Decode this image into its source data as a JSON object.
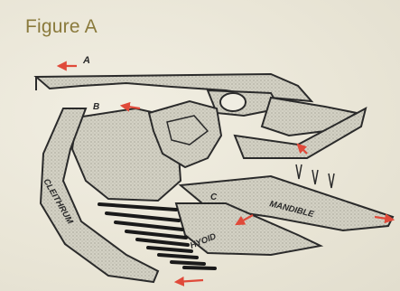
{
  "figure": {
    "title": "Figure A",
    "labels": {
      "a": "A",
      "b": "B",
      "c": "C",
      "cleithrum": "CLEITHRUM",
      "mandible": "MANDIBLE",
      "hyoid": "HYOID"
    },
    "colors": {
      "background": "#ece9dc",
      "title": "#8a7a3c",
      "ink": "#2b2b2b",
      "bone_fill": "#cfcdbf",
      "arrow": "#e04a3a"
    }
  }
}
